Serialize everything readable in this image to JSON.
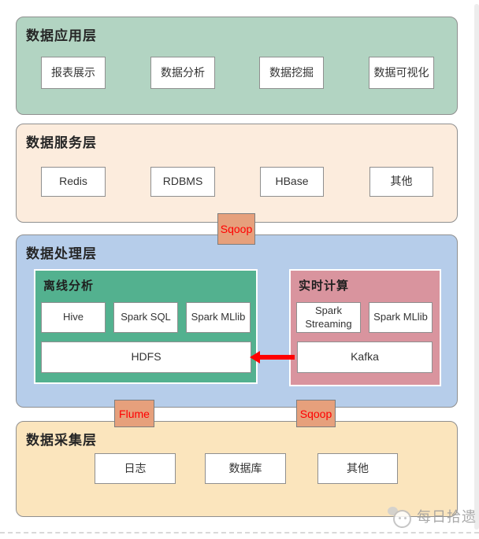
{
  "diagram": {
    "layers": {
      "application": {
        "title": "数据应用层",
        "color": "#b2d4c2",
        "boxes": [
          "报表展示",
          "数据分析",
          "数据挖掘",
          "数据可视化"
        ]
      },
      "service": {
        "title": "数据服务层",
        "color": "#fcecdd",
        "boxes": [
          "Redis",
          "RDBMS",
          "HBase",
          "其他"
        ]
      },
      "processing": {
        "title": "数据处理层",
        "color": "#b6cdea",
        "offline": {
          "title": "离线分析",
          "color": "#53b18f",
          "boxes": [
            "Hive",
            "Spark SQL",
            "Spark MLlib"
          ],
          "storage": "HDFS"
        },
        "realtime": {
          "title": "实时计算",
          "color": "#d9949e",
          "boxes": [
            "Spark Streaming",
            "Spark MLlib"
          ],
          "storage": "Kafka"
        }
      },
      "collection": {
        "title": "数据采集层",
        "color": "#fbe5bd",
        "boxes": [
          "日志",
          "数据库",
          "其他"
        ]
      }
    },
    "connectors": {
      "sqoop_top": "Sqoop",
      "flume": "Flume",
      "sqoop_bottom": "Sqoop",
      "badge_color": "#e6a07c",
      "text_color": "#ff0000"
    },
    "arrow": {
      "from": "Kafka",
      "to": "HDFS",
      "color": "#ff0000"
    },
    "watermark": {
      "label": "每日拾遗"
    }
  }
}
